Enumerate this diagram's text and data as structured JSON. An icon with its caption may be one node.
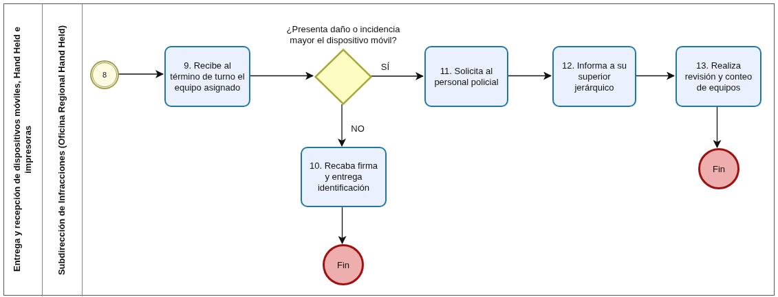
{
  "diagram": {
    "nodes": [
      {
        "text": [
          "Entrega y recepción de dispositivos móviles, Hand Held e impresoras"
        ]
      },
      {
        "text": [
          "Subdirección de Infracciones (Oficina Regional Hand Held)"
        ],
        "in": 0
      },
      {
        "text": [
          "8"
        ],
        "in": 1
      },
      {
        "text": [
          "9. Recibe al término de turno el equipo asignado"
        ],
        "in": 1
      },
      {
        "text": [
          "¿Presenta daño o incidencia mayor el dispositivo móvil?"
        ],
        "in": 1
      },
      {
        "text": [
          "11. Solicita al personal policial"
        ],
        "in": 1
      },
      {
        "text": [
          "12. Informa a su superior jerárquico"
        ],
        "in": 1
      },
      {
        "text": [
          "13. Realiza revisión y conteo de equipos"
        ],
        "in": 1
      },
      {
        "text": [
          "10. Recaba firma y entrega identificación"
        ],
        "in": 1
      },
      {
        "text": [
          "Fin"
        ],
        "in": 1
      },
      {
        "text": [
          "Fin"
        ],
        "in": 1
      }
    ],
    "edges": [
      {
        "from": 2,
        "to": 3,
        "arrow": "to"
      },
      {
        "from": 3,
        "to": 4,
        "arrow": "to"
      },
      {
        "from": 4,
        "to": 5,
        "arrow": "to",
        "label": "SÍ"
      },
      {
        "from": 5,
        "to": 6,
        "arrow": "to"
      },
      {
        "from": 6,
        "to": 7,
        "arrow": "to"
      },
      {
        "from": 7,
        "to": 9,
        "arrow": "to"
      },
      {
        "from": 4,
        "to": 8,
        "arrow": "to",
        "label": "NO"
      },
      {
        "from": 8,
        "to": 10,
        "arrow": "to"
      }
    ]
  }
}
